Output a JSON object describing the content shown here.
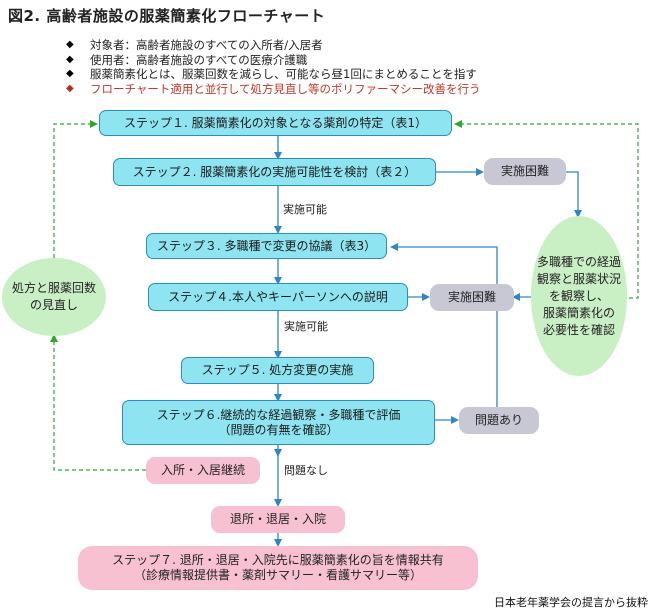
{
  "title": "図2. 高齢者施設の服薬簡素化フローチャート",
  "bullets": [
    {
      "text": "対象者：高齢者施設のすべての入所者/入居者"
    },
    {
      "text": "使用者：高齢者施設のすべての医療介護職"
    },
    {
      "text": "服薬簡素化とは、服薬回数を減らし、可能なら昼1回にまとめることを指す"
    },
    {
      "text": "フローチャート適用と並行して処方見直し等のポリファーマシー改善を行う"
    }
  ],
  "bullet_symbol": "◆",
  "colors": {
    "step": "#8ee4f0",
    "step_border": "#2b8fb8",
    "gray": "#c8c8d4",
    "pink": "#f7c1d2",
    "green": "#c9efc4",
    "arrow": "#2e86c9",
    "dash": "#2fa82f",
    "red_note": "#c0392b"
  },
  "steps": {
    "s1": "ステップ１. 服薬簡素化の対象となる薬剤の特定（表1）",
    "s2": "ステップ２. 服薬簡素化の実施可能性を検討（表２）",
    "s3": "ステップ３. 多職種で変更の協議（表3）",
    "s4": "ステップ４.本人やキーパーソンへの説明",
    "s5": "ステップ５. 処方変更の実施",
    "s6_line1": "ステップ６.継続的な経過観察・多職種で評価",
    "s6_line2": "（問題の有無を確認）",
    "s7_line1": "ステップ７. 退所・退居・入院先に服薬簡素化の旨を情報共有",
    "s7_line2": "（診療情報提供書・薬剤サマリー・看護サマリー等）"
  },
  "side_boxes": {
    "difficult1": "実施困難",
    "difficult2": "実施困難",
    "problem": "問題あり",
    "continue": "入所・入居継続",
    "discharge": "退所・退居・入院"
  },
  "circles": {
    "left_line1": "処方と服薬回数",
    "left_line2": "の見直し",
    "right_line1": "多職種での経過",
    "right_line2": "観察と服薬状況",
    "right_line3": "を観察し、",
    "right_line4": "服薬簡素化の",
    "right_line5": "必要性を確認"
  },
  "labels": {
    "possible1": "実施可能",
    "possible2": "実施可能",
    "no_problem": "問題なし"
  },
  "footer": "日本老年薬学会の提言から抜粋"
}
